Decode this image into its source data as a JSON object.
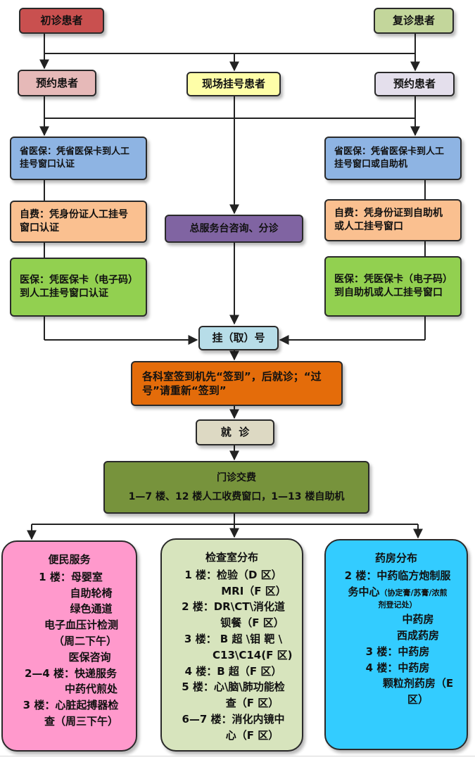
{
  "top": {
    "first_visit": "初诊患者",
    "return_visit": "复诊患者"
  },
  "row2": {
    "left_appointment": "预约患者",
    "onsite": "现场挂号患者",
    "right_appointment": "预约患者"
  },
  "left_col": {
    "provincial_insurance": "省医保：凭省医保卡到人工挂号窗口认证",
    "self_pay": "自费：凭身份证人工挂号窗口认证",
    "insurance": "医保：凭医保卡（电子码）到人工挂号窗口认证"
  },
  "center_col": {
    "service_desk": "总服务台咨询、分诊"
  },
  "right_col": {
    "provincial_insurance": "省医保：凭省医保卡到人工挂号窗口或自助机",
    "self_pay": "自费：凭身份证到自助机或人工挂号窗口",
    "insurance": "医保：凭医保卡（电子码）到自助机或人工挂号窗口"
  },
  "flow": {
    "take_number": "挂（取）号",
    "sign_in": "各科室签到机先“签到”，后就诊；“过号”请重新“签到”",
    "consult": "就  诊",
    "payment_title": "门诊交费",
    "payment_detail": "1—7 楼、12 楼人工收费窗口，1—13 楼自助机"
  },
  "services": {
    "title": "便民服务",
    "lines": [
      "1 楼：母婴室",
      "自助轮椅",
      "绿色通道",
      "电子血压计检测",
      "（周二下午）",
      "医保咨询",
      "2—4 楼：快递服务",
      "中药代煎处",
      "3 楼：心脏起搏器检",
      "查（周三下午）"
    ]
  },
  "exam": {
    "title": "检查室分布",
    "lines": [
      "1 楼：检验（D 区）",
      "MRI（F 区）",
      "2 楼：DR\\CT\\消化道",
      "钡餐（F 区）",
      "3 楼： B 超 \\钼 靶 \\",
      "C13\\C14(F 区)",
      "4 楼：B 超（F 区）",
      "5 楼：心\\脑\\肺功能检",
      "查（F 区）",
      "6—7 楼：消化内镜中",
      "心（F 区）"
    ]
  },
  "pharmacy": {
    "title": "药房分布",
    "line1": "2 楼：中药临方炮制服",
    "line2": "务中心",
    "note1": "（协定膏/苏膏/浓煎",
    "note2": "剂登记处）",
    "lines": [
      "中药房",
      "西成药房",
      "3 楼：中药房",
      "4 楼：中药房",
      "颗粒剂药房（E",
      "区）"
    ]
  },
  "colors": {
    "first_visit": "#c9504f",
    "return_visit": "#c3d69b",
    "appointment_left": "#e6b9b8",
    "onsite": "#fefea8",
    "appointment_right": "#e4dfec",
    "provincial": "#8eb4e3",
    "self_pay": "#fac090",
    "insurance": "#92d050",
    "service_desk": "#8064a2",
    "take_number": "#b7dde8",
    "sign_in": "#e46c0a",
    "consult": "#ddd9c3",
    "payment": "#77933c",
    "services": "#ff99cc",
    "exam": "#d7e4bd",
    "pharmacy": "#33ccff",
    "line": "#222222"
  }
}
